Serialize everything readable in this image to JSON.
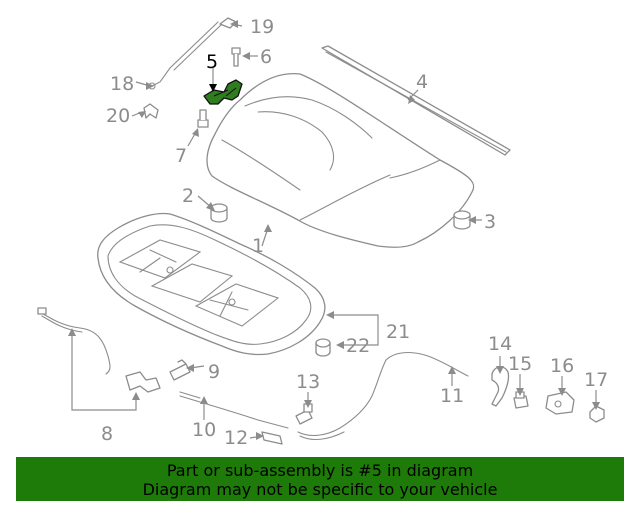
{
  "callouts": {
    "n1": "1",
    "n2": "2",
    "n3": "3",
    "n4": "4",
    "n5": "5",
    "n6": "6",
    "n7": "7",
    "n8": "8",
    "n9": "9",
    "n10": "10",
    "n11": "11",
    "n12": "12",
    "n13": "13",
    "n14": "14",
    "n15": "15",
    "n16": "16",
    "n17": "17",
    "n18": "18",
    "n19": "19",
    "n20": "20",
    "n21": "21",
    "n22": "22"
  },
  "highlight": {
    "part_number": "5",
    "color": "#2e7d1e"
  },
  "banner": {
    "line1": "Part or sub-assembly is #5 in diagram",
    "line2": "Diagram may not be specific to your vehicle",
    "background": "#1e7b0a"
  }
}
